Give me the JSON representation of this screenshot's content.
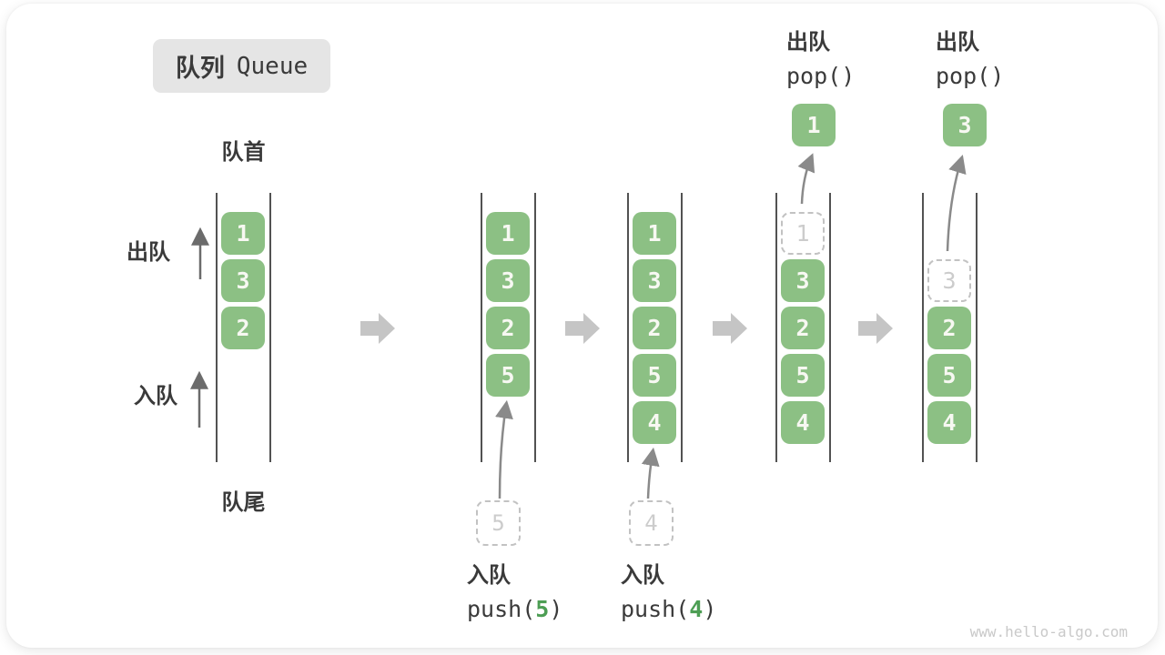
{
  "title": {
    "zh": "队列",
    "en": "Queue"
  },
  "labels": {
    "front": "队首",
    "rear": "队尾",
    "dequeue": "出队",
    "enqueue": "入队"
  },
  "states": [
    {
      "blocks": [
        "1",
        "3",
        "2"
      ]
    },
    {
      "blocks": [
        "1",
        "3",
        "2",
        "5"
      ],
      "incoming": "5"
    },
    {
      "blocks": [
        "1",
        "3",
        "2",
        "5",
        "4"
      ],
      "incoming": "4"
    },
    {
      "blocks": [
        "3",
        "2",
        "5",
        "4"
      ],
      "ghost": "1",
      "popped": "1"
    },
    {
      "blocks": [
        "2",
        "5",
        "4"
      ],
      "ghost": "3",
      "popped": "3"
    }
  ],
  "operations": {
    "push5": {
      "action": "入队",
      "fn_open": "push(",
      "arg": "5",
      "fn_close": ")"
    },
    "push4": {
      "action": "入队",
      "fn_open": "push(",
      "arg": "4",
      "fn_close": ")"
    },
    "pop1": {
      "action": "出队",
      "fn": "pop()"
    },
    "pop2": {
      "action": "出队",
      "fn": "pop()"
    }
  },
  "watermark": "www.hello-algo.com",
  "colors": {
    "block": "#8CC084",
    "accent": "#4D9E54",
    "line": "#525252",
    "text": "#3A3A3A",
    "ghost_border": "#C2C2C2",
    "ghost_text": "#CCCCCC",
    "big_arrow": "#C5C5C5",
    "curve_arrow": "#8A8A8A",
    "dark_arrow": "#6B6B6B"
  }
}
